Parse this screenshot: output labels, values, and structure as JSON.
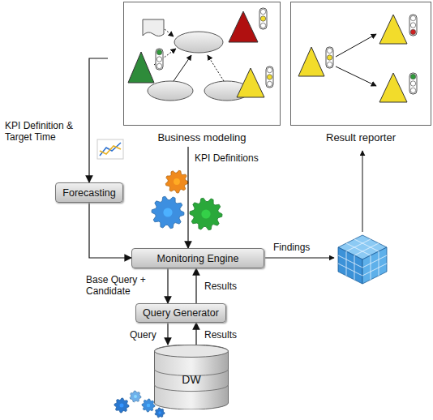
{
  "diagram": {
    "nodes": [
      {
        "text": [
          "Business modeling"
        ]
      },
      {
        "text": [
          "Result reporter"
        ]
      },
      {
        "text": [
          "Forecasting"
        ]
      },
      {
        "text": [
          "Monitoring Engine"
        ]
      },
      {
        "text": [
          "Query Generator"
        ]
      },
      {
        "text": [
          "DW"
        ]
      }
    ],
    "edges": [
      {
        "from": 0,
        "to": 2,
        "arrow": "to",
        "label": "KPI Definition & Target Time"
      },
      {
        "from": 0,
        "to": 3,
        "arrow": "to",
        "label": "KPI Definitions"
      },
      {
        "from": 2,
        "to": 3,
        "arrow": "to"
      },
      {
        "from": 3,
        "to": 4,
        "arrow": "to",
        "label": "Base Query + Candidate"
      },
      {
        "from": 4,
        "to": 3,
        "arrow": "to",
        "label": "Results"
      },
      {
        "from": 4,
        "to": 5,
        "arrow": "to",
        "label": "Query"
      },
      {
        "from": 5,
        "to": 4,
        "arrow": "to",
        "label": "Results"
      }
    ],
    "labels": [
      "Findings"
    ]
  }
}
